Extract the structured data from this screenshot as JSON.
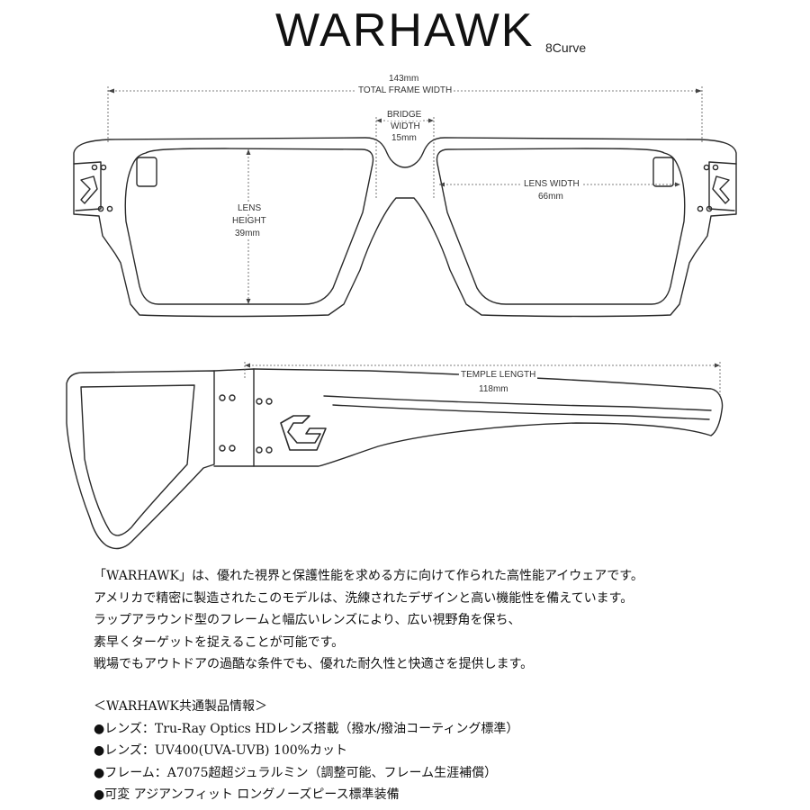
{
  "header": {
    "title": "WARHAWK",
    "subtitle": "8Curve"
  },
  "front_view": {
    "total_frame_width": {
      "value": "143mm",
      "label": "TOTAL FRAME WIDTH"
    },
    "bridge_width": {
      "label_1": "BRIDGE",
      "label_2": "WIDTH",
      "value": "15mm"
    },
    "lens_width": {
      "label": "LENS WIDTH",
      "value": "66mm"
    },
    "lens_height": {
      "label_1": "LENS",
      "label_2": "HEIGHT",
      "value": "39mm"
    }
  },
  "side_view": {
    "temple_length": {
      "label": "TEMPLE LENGTH",
      "value": "118mm"
    }
  },
  "description": {
    "lines": [
      "「WARHAWK」は、優れた視界と保護性能を求める方に向けて作られた高性能アイウェアです。",
      "アメリカで精密に製造されたこのモデルは、洗練されたデザインと高い機能性を備えています。",
      "ラップアラウンド型のフレームと幅広いレンズにより、広い視野角を保ち、",
      "素早くターゲットを捉えることが可能です。",
      "戦場でもアウトドアの過酷な条件でも、優れた耐久性と快適さを提供します。"
    ]
  },
  "product_info": {
    "heading": "＜WARHAWK共通製品情報＞",
    "items": [
      "●レンズ：Tru-Ray Optics HDレンズ搭載（撥水/撥油コーティング標準）",
      "●レンズ：UV400(UVA-UVB) 100%カット",
      "●フレーム：A7075超超ジュラルミン（調整可能、フレーム生涯補償）",
      "●可変 アジアンフィット ロングノーズピース標準装備"
    ]
  }
}
